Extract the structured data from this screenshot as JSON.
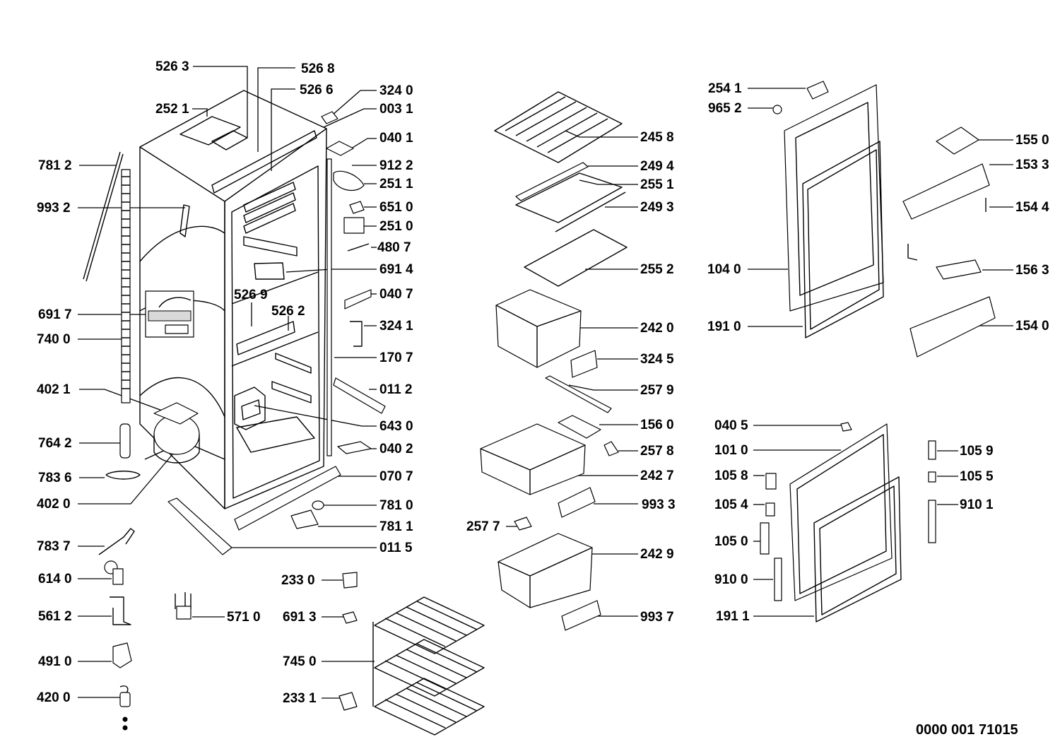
{
  "document_code": "0000 001 71015",
  "labels": [
    {
      "text": "526 3"
    },
    {
      "text": "526 8"
    },
    {
      "text": "526 6"
    },
    {
      "text": "324 0"
    },
    {
      "text": "252 1"
    },
    {
      "text": "003 1"
    },
    {
      "text": "040 1"
    },
    {
      "text": "781 2"
    },
    {
      "text": "912 2"
    },
    {
      "text": "251 1"
    },
    {
      "text": "993 2"
    },
    {
      "text": "651 0"
    },
    {
      "text": "251 0"
    },
    {
      "text": "480 7"
    },
    {
      "text": "691 4"
    },
    {
      "text": "526 9"
    },
    {
      "text": "040 7"
    },
    {
      "text": "691 7"
    },
    {
      "text": "526 2"
    },
    {
      "text": "324 1"
    },
    {
      "text": "740 0"
    },
    {
      "text": "170 7"
    },
    {
      "text": "011 2"
    },
    {
      "text": "402 1"
    },
    {
      "text": "643 0"
    },
    {
      "text": "764 2"
    },
    {
      "text": "040 2"
    },
    {
      "text": "783 6"
    },
    {
      "text": "070 7"
    },
    {
      "text": "402 0"
    },
    {
      "text": "781 0"
    },
    {
      "text": "781 1"
    },
    {
      "text": "783 7"
    },
    {
      "text": "011 5"
    },
    {
      "text": "614 0"
    },
    {
      "text": "233 0"
    },
    {
      "text": "561 2"
    },
    {
      "text": "571 0"
    },
    {
      "text": "691 3"
    },
    {
      "text": "491 0"
    },
    {
      "text": "745 0"
    },
    {
      "text": "420 0"
    },
    {
      "text": "233 1"
    },
    {
      "text": "245 8"
    },
    {
      "text": "249 4"
    },
    {
      "text": "255 1"
    },
    {
      "text": "249 3"
    },
    {
      "text": "255 2"
    },
    {
      "text": "242 0"
    },
    {
      "text": "324 5"
    },
    {
      "text": "257 9"
    },
    {
      "text": "156 0"
    },
    {
      "text": "257 8"
    },
    {
      "text": "242 7"
    },
    {
      "text": "257 7"
    },
    {
      "text": "993 3"
    },
    {
      "text": "242 9"
    },
    {
      "text": "993 7"
    },
    {
      "text": "254 1"
    },
    {
      "text": "965 2"
    },
    {
      "text": "155 0"
    },
    {
      "text": "153 3"
    },
    {
      "text": "154 4"
    },
    {
      "text": "104 0"
    },
    {
      "text": "156 3"
    },
    {
      "text": "191 0"
    },
    {
      "text": "154 0"
    },
    {
      "text": "040 5"
    },
    {
      "text": "101 0"
    },
    {
      "text": "105 9"
    },
    {
      "text": "105 8"
    },
    {
      "text": "105 5"
    },
    {
      "text": "105 4"
    },
    {
      "text": "910 1"
    },
    {
      "text": "105 0"
    },
    {
      "text": "910 0"
    },
    {
      "text": "191 1"
    }
  ]
}
